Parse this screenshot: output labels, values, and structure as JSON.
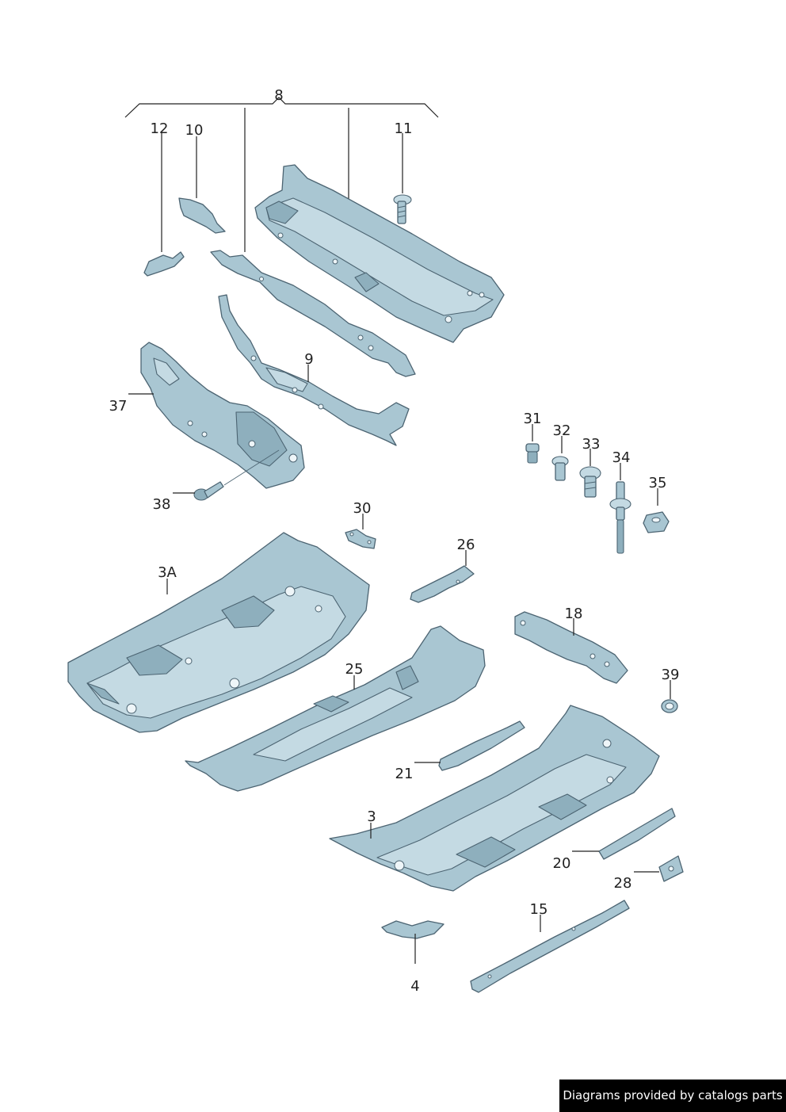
{
  "callouts": {
    "p8": "8",
    "p12": "12",
    "p10": "10",
    "p11": "11",
    "p9": "9",
    "p37": "37",
    "p38": "38",
    "p31": "31",
    "p32": "32",
    "p33": "33",
    "p34": "34",
    "p35": "35",
    "p30": "30",
    "p26": "26",
    "p3A": "3A",
    "p18": "18",
    "p25": "25",
    "p39": "39",
    "p21": "21",
    "p3": "3",
    "p20": "20",
    "p28": "28",
    "p15": "15",
    "p4": "4"
  },
  "footer": {
    "text": "Diagrams provided by catalogs parts"
  }
}
